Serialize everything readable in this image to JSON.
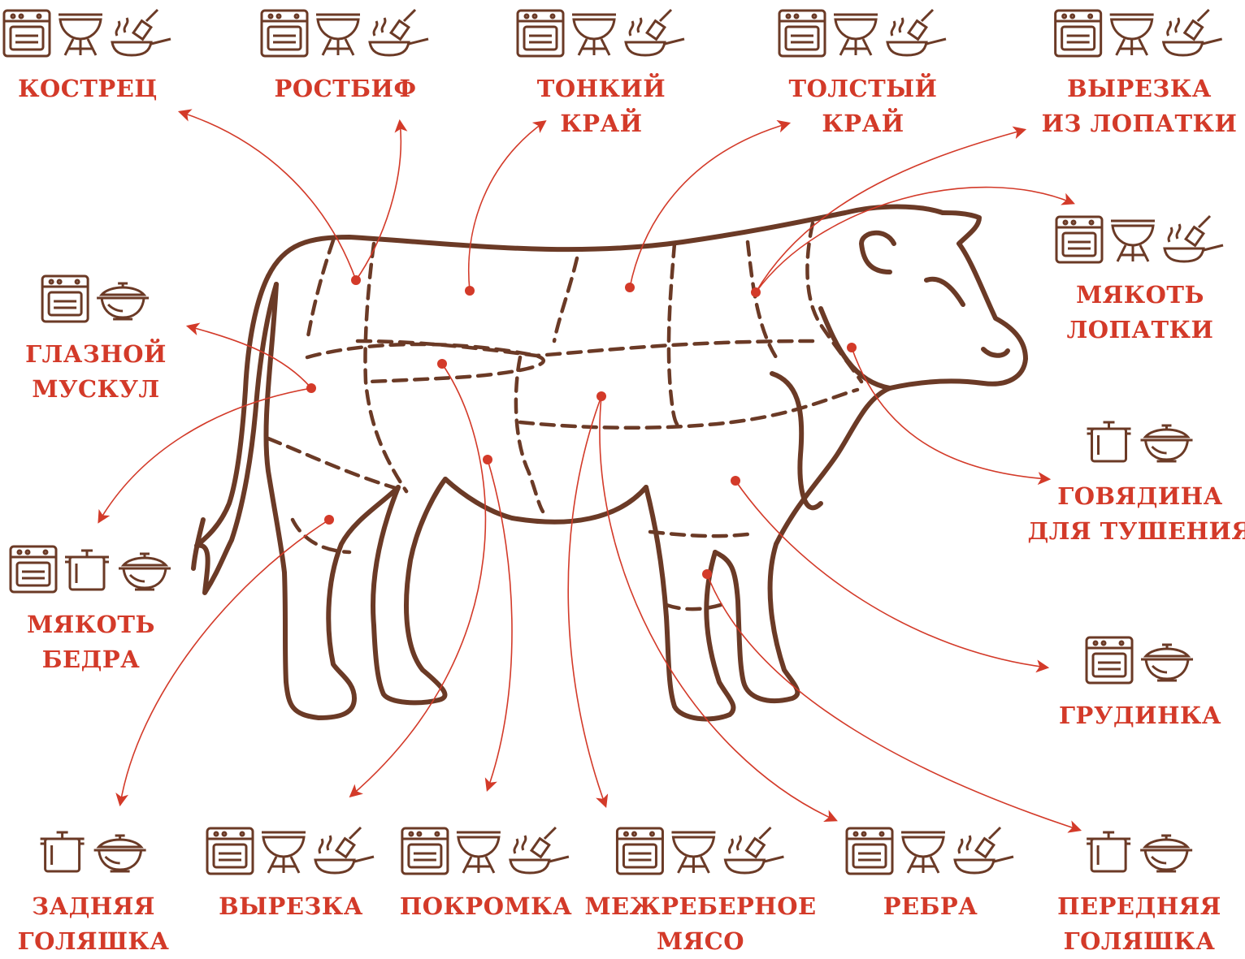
{
  "colors": {
    "outline": "#6b3a26",
    "accent": "#d33a29",
    "background": "#ffffff"
  },
  "cuts": [
    {
      "id": "kostrets",
      "lines": [
        "КОСТРЕЦ"
      ],
      "icons": [
        "oven-icon",
        "grill-icon",
        "frying-pan-icon"
      ]
    },
    {
      "id": "rostbif",
      "lines": [
        "РОСТБИФ"
      ],
      "icons": [
        "oven-icon",
        "grill-icon",
        "frying-pan-icon"
      ]
    },
    {
      "id": "tonkiy-kray",
      "lines": [
        "ТОНКИЙ",
        "КРАЙ"
      ],
      "icons": [
        "oven-icon",
        "grill-icon",
        "frying-pan-icon"
      ]
    },
    {
      "id": "tolstyy-kray",
      "lines": [
        "ТОЛСТЫЙ",
        "КРАЙ"
      ],
      "icons": [
        "oven-icon",
        "grill-icon",
        "frying-pan-icon"
      ]
    },
    {
      "id": "vyrezka-iz-lopatki",
      "lines": [
        "ВЫРЕЗКА",
        "ИЗ ЛОПАТКИ"
      ],
      "icons": [
        "oven-icon",
        "grill-icon",
        "frying-pan-icon"
      ]
    },
    {
      "id": "myakot-lopatki",
      "lines": [
        "МЯКОТЬ",
        "ЛОПАТКИ"
      ],
      "icons": [
        "oven-icon",
        "grill-icon",
        "frying-pan-icon"
      ]
    },
    {
      "id": "glaznoy-muskul",
      "lines": [
        "ГЛАЗНОЙ",
        "МУСКУЛ"
      ],
      "icons": [
        "oven-icon",
        "wok-icon"
      ]
    },
    {
      "id": "myakot-bedra",
      "lines": [
        "МЯКОТЬ",
        "БЕДРА"
      ],
      "icons": [
        "oven-icon",
        "pot-icon",
        "wok-icon"
      ]
    },
    {
      "id": "govyadina-dlya-tusheniya",
      "lines": [
        "ГОВЯДИНА",
        "ДЛЯ ТУШЕНИЯ"
      ],
      "icons": [
        "pot-icon",
        "wok-icon"
      ]
    },
    {
      "id": "grudinka",
      "lines": [
        "ГРУДИНКА"
      ],
      "icons": [
        "oven-icon",
        "wok-icon"
      ]
    },
    {
      "id": "zadnyaya-golyashka",
      "lines": [
        "ЗАДНЯЯ",
        "ГОЛЯШКА"
      ],
      "icons": [
        "pot-icon",
        "wok-icon"
      ]
    },
    {
      "id": "vyrezka",
      "lines": [
        "ВЫРЕЗКА"
      ],
      "icons": [
        "oven-icon",
        "grill-icon",
        "frying-pan-icon"
      ]
    },
    {
      "id": "pokromka",
      "lines": [
        "ПОКРОМКА"
      ],
      "icons": [
        "oven-icon",
        "grill-icon",
        "frying-pan-icon"
      ]
    },
    {
      "id": "mezhrebernoe-myaso",
      "lines": [
        "МЕЖРЕБЕРНОЕ",
        "МЯСО"
      ],
      "icons": [
        "oven-icon",
        "grill-icon",
        "frying-pan-icon"
      ]
    },
    {
      "id": "rebra",
      "lines": [
        "РЕБРА"
      ],
      "icons": [
        "oven-icon",
        "grill-icon",
        "frying-pan-icon"
      ]
    },
    {
      "id": "perednyaya-golyashka",
      "lines": [
        "ПЕРЕДНЯЯ",
        "ГОЛЯШКА"
      ],
      "icons": [
        "pot-icon",
        "wok-icon"
      ]
    }
  ]
}
